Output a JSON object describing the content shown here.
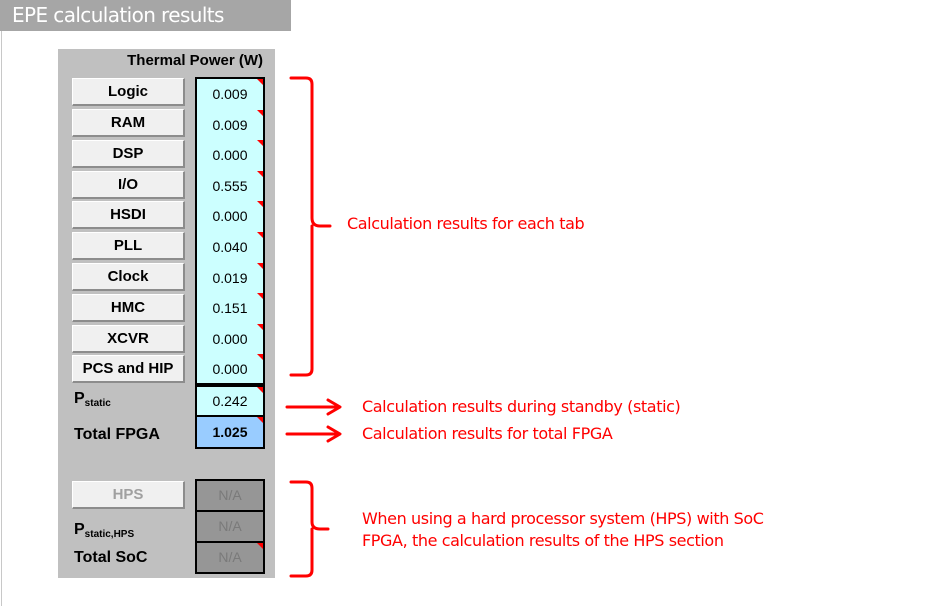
{
  "header": {
    "title": "EPE calculation results"
  },
  "panel": {
    "title": "Thermal Power (W)",
    "rows": [
      {
        "label": "Logic",
        "value": "0.009"
      },
      {
        "label": "RAM",
        "value": "0.009"
      },
      {
        "label": "DSP",
        "value": "0.000"
      },
      {
        "label": "I/O",
        "value": "0.555"
      },
      {
        "label": "HSDI",
        "value": "0.000"
      },
      {
        "label": "PLL",
        "value": "0.040"
      },
      {
        "label": "Clock",
        "value": "0.019"
      },
      {
        "label": "HMC",
        "value": "0.151"
      },
      {
        "label": "XCVR",
        "value": "0.000"
      },
      {
        "label": "PCS and HIP",
        "value": "0.000"
      }
    ],
    "pstatic": {
      "label_main": "P",
      "label_sub": "static",
      "value": "0.242"
    },
    "total_fpga": {
      "label": "Total FPGA",
      "value": "1.025"
    },
    "hps": {
      "button_label": "HPS",
      "value": "N/A",
      "pstatic_label_main": "P",
      "pstatic_label_sub": "static,HPS",
      "pstatic_value": "N/A",
      "total_soc_label": "Total SoC",
      "total_soc_value": "N/A"
    }
  },
  "annotations": {
    "each_tab": "Calculation results for each tab",
    "standby": "Calculation results during standby (static)",
    "total_fpga": "Calculation results for total FPGA",
    "hps_line1": "When using a hard processor system (HPS) with SoC",
    "hps_line2": "FPGA, the calculation results of the HPS section"
  },
  "colors": {
    "annotation": "#ff0000",
    "value_cell": "#ccffff",
    "total_cell": "#99ccff",
    "disabled_cell": "#969696",
    "panel_bg": "#c0c0c0",
    "header_bg": "#a6a6a6"
  }
}
